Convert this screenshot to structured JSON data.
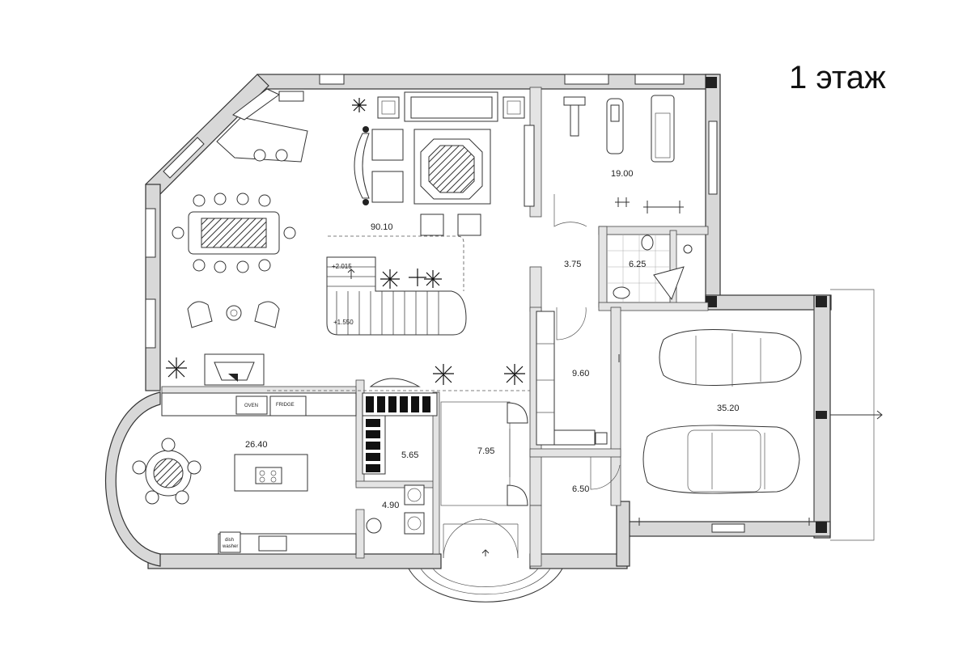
{
  "title": "1 этаж",
  "rooms": {
    "living": "90.10",
    "gym": "19.00",
    "hall_small": "3.75",
    "bath": "6.25",
    "corridor": "9.60",
    "garage": "35.20",
    "kitchen": "26.40",
    "pantry": "5.65",
    "entry": "7.95",
    "laundry": "4.90",
    "utility": "6.50"
  },
  "stair_levels": {
    "upper": "+2.015",
    "lower": "+1.550"
  },
  "appliances": {
    "oven": "OVEN",
    "fridge": "FRIDGE",
    "dishwasher_1": "dish",
    "dishwasher_2": "washer"
  }
}
